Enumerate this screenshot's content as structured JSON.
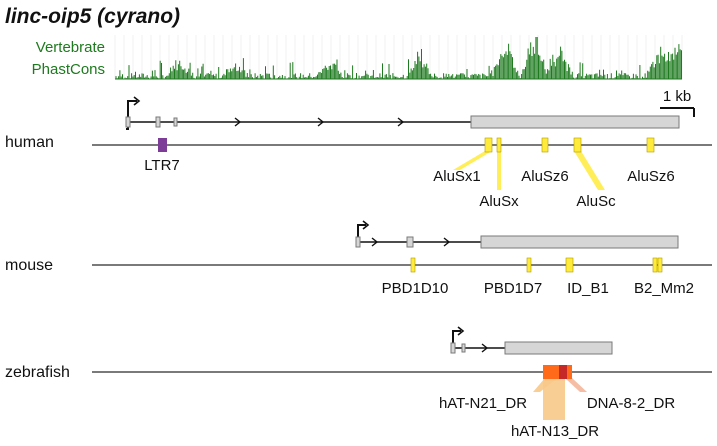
{
  "title": "linc-oip5 (cyrano)",
  "conservation_track": {
    "label_line1": "Vertebrate",
    "label_line2": "PhastCons",
    "color": "#1e7a1e"
  },
  "scale_bar": {
    "label": "1 kb"
  },
  "colors": {
    "axis": "#7a7a7a",
    "exon_fill": "#d6d6d6",
    "exon_stroke": "#7a7a7a",
    "alu_yellow": "#ffeb3b",
    "ltr_purple": "#7d3c98",
    "hat_n21": "#ff6a1a",
    "dna_8_2": "#c62828",
    "hat_n13_band": "#f8c98a"
  },
  "species": [
    {
      "name": "human",
      "elements": [
        {
          "label": "LTR7",
          "family": "ltr"
        },
        {
          "label": "AluSx1",
          "family": "alu"
        },
        {
          "label": "AluSx",
          "family": "alu"
        },
        {
          "label": "AluSz6",
          "family": "alu"
        },
        {
          "label": "AluSc",
          "family": "alu"
        },
        {
          "label": "AluSz6",
          "family": "alu"
        }
      ]
    },
    {
      "name": "mouse",
      "elements": [
        {
          "label": "PBD1D10",
          "family": "other"
        },
        {
          "label": "PBD1D7",
          "family": "other"
        },
        {
          "label": "ID_B1",
          "family": "other"
        },
        {
          "label": "B2_Mm2",
          "family": "other"
        }
      ]
    },
    {
      "name": "zebrafish",
      "elements": [
        {
          "label": "hAT-N21_DR",
          "family": "dna"
        },
        {
          "label": "DNA-8-2_DR",
          "family": "dna"
        },
        {
          "label": "hAT-N13_DR",
          "family": "dna"
        }
      ]
    }
  ]
}
